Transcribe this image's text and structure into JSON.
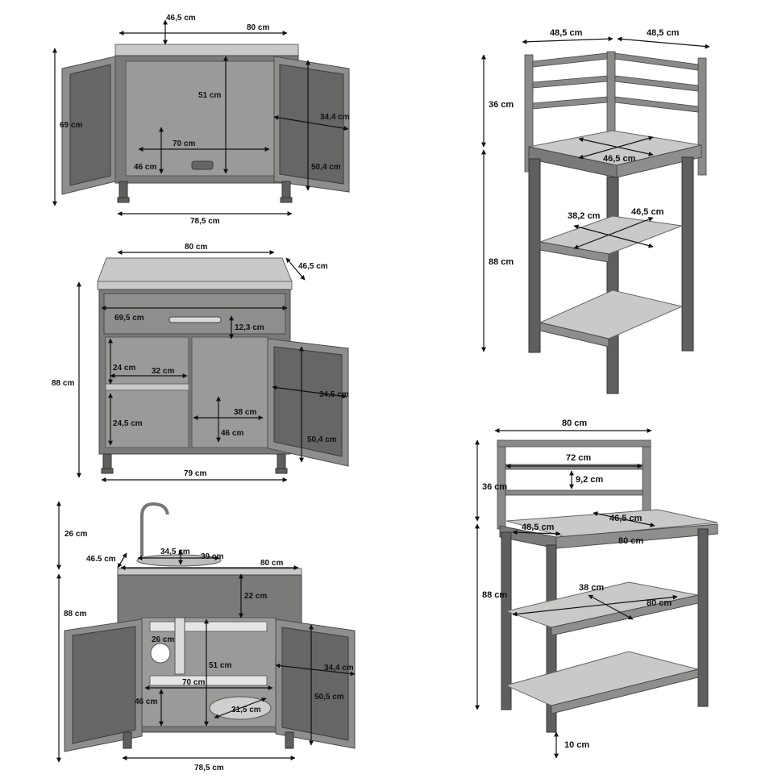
{
  "colors": {
    "metal": "#7a7a78",
    "top": "#c9c9c7",
    "line": "#111111",
    "background": "#ffffff"
  },
  "sink_cabinet_open": {
    "depth": "46,5 cm",
    "width": "80 cm",
    "height": "69 cm",
    "inner_height": "51 cm",
    "shelf_depth": "34,4 cm",
    "inner_width": "70 cm",
    "leg_depth": "46 cm",
    "door_height": "50,4 cm",
    "base_width": "78,5 cm"
  },
  "drawer_cabinet": {
    "width": "80 cm",
    "depth": "46,5 cm",
    "drawer_width": "69,5 cm",
    "drawer_height": "12,3 cm",
    "height": "88 cm",
    "shelf_top": "24 cm",
    "shelf_width": "32 cm",
    "shelf_depth": "34,5 cm",
    "shelf_bottom": "24,5 cm",
    "inner_width": "38 cm",
    "inner_depth": "46 cm",
    "door_height": "50,4 cm",
    "base_width": "79 cm"
  },
  "sink_unit": {
    "faucet_height": "26 cm",
    "depth": "46.5 cm",
    "basin_width": "34,5 cm",
    "basin_depth": "39 cm",
    "width": "80 cm",
    "height": "88 cm",
    "top_height": "22 cm",
    "pipe_hole": "26 cm",
    "inner_height": "51 cm",
    "shelf_depth": "34,4 cm",
    "inner_width": "70 cm",
    "leg_depth": "46 cm",
    "door_height": "50,5 cm",
    "bin": "31,5 cm",
    "base_width": "78,5 cm"
  },
  "corner_shelf": {
    "side_a": "48,5 cm",
    "side_b": "48,5 cm",
    "rail_height": "36 cm",
    "top_depth": "46,5 cm",
    "height": "88 cm",
    "shelf_a": "38,2 cm",
    "shelf_b": "46,5 cm"
  },
  "workbench": {
    "width": "80 cm",
    "rail_width": "72 cm",
    "rail_gap": "9,2 cm",
    "rail_height": "36 cm",
    "top_depth_side": "46,5 cm",
    "top_depth": "48,5 cm",
    "top_width": "80 cm",
    "height": "88 cm",
    "shelf_depth": "38 cm",
    "shelf_width": "80 cm",
    "clearance": "10 cm"
  }
}
